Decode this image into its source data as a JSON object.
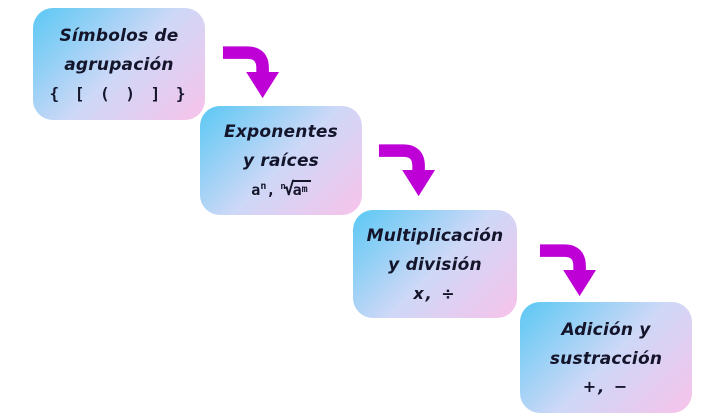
{
  "diagram": {
    "background": "#ffffff",
    "arrow_color": "#be00d7",
    "text_color": "#14142b",
    "box_gradient": {
      "start": "#5ac8f4",
      "middle": "#ced8f7",
      "end": "#f8c2ea"
    }
  },
  "steps": [
    {
      "line1": "Símbolos de",
      "line2": "agrupación",
      "symbols": "{ [ ( ) ] }"
    },
    {
      "line1": "Exponentes",
      "line2": "y raíces",
      "math": {
        "base": "a",
        "exponent": "n",
        "separator": ",",
        "root_index": "n",
        "radical_sign": "√",
        "radicand": "a",
        "radicand_exponent": "m"
      }
    },
    {
      "line1": "Multiplicación",
      "line2": "y división",
      "symbols": "x, ÷"
    },
    {
      "line1": "Adición y",
      "line2": "sustracción",
      "symbols": "+, −"
    }
  ]
}
